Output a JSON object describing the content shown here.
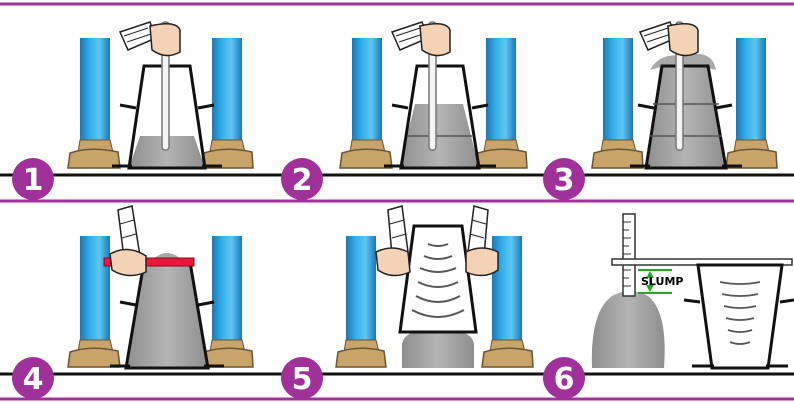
{
  "steps": [
    {
      "number": "1",
      "action": "fill-first-layer-and-rod"
    },
    {
      "number": "2",
      "action": "fill-second-layer-and-rod"
    },
    {
      "number": "3",
      "action": "fill-third-layer-and-rod"
    },
    {
      "number": "4",
      "action": "strike-off-top"
    },
    {
      "number": "5",
      "action": "lift-cone-vertically"
    },
    {
      "number": "6",
      "action": "measure-slump"
    }
  ],
  "measurement": {
    "label": "SLUMP"
  },
  "colors": {
    "frame": "#a0309a",
    "badge": "#a0309a",
    "leg": "#2fa6dd",
    "leg_shade": "#1b78b8",
    "concrete": "#9e9e9e",
    "shoe": "#c9a46a",
    "strike_bar": "#e8173b",
    "slump_arrow": "#22aa22",
    "outline": "#111111",
    "skin": "#f3d2b6"
  },
  "icons": [
    "slump-cone-icon",
    "tamping-rod-icon",
    "hand-icon",
    "leg-icon",
    "shoe-icon",
    "measuring-ruler-icon",
    "concrete-pile-icon"
  ]
}
